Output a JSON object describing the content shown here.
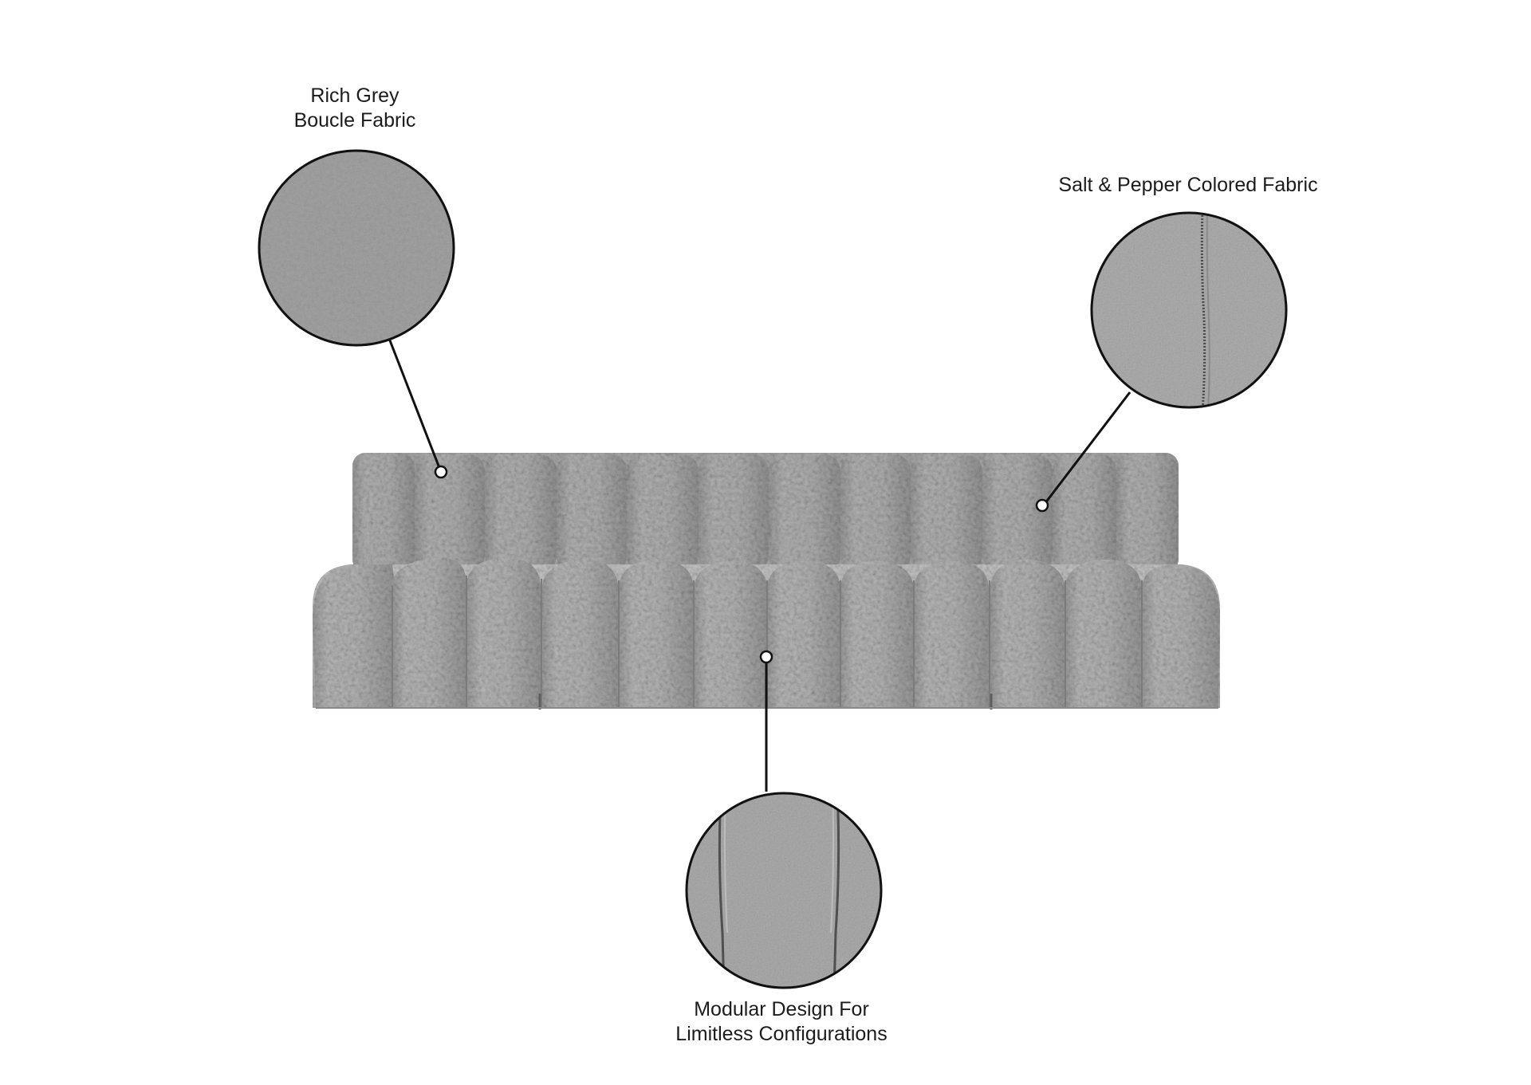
{
  "palette": {
    "background": "#ffffff",
    "fabric": "#a9a9a9",
    "fabric_light": "#bdbdbd",
    "fabric_dark": "#8e8e8e",
    "seam": "#6f6f6f",
    "leader_line": "#111111"
  },
  "callouts": {
    "boucle": {
      "line1": "Rich Grey",
      "line2": "Boucle Fabric",
      "swatch": "boucle-texture"
    },
    "salt_pepper": {
      "line1": "Salt & Pepper Colored Fabric",
      "swatch": "seam-texture"
    },
    "modular": {
      "line1": "Modular Design For",
      "line2": "Limitless Configurations",
      "swatch": "double-seam-texture"
    }
  },
  "sofa": {
    "channels": 12,
    "modules": 3
  }
}
